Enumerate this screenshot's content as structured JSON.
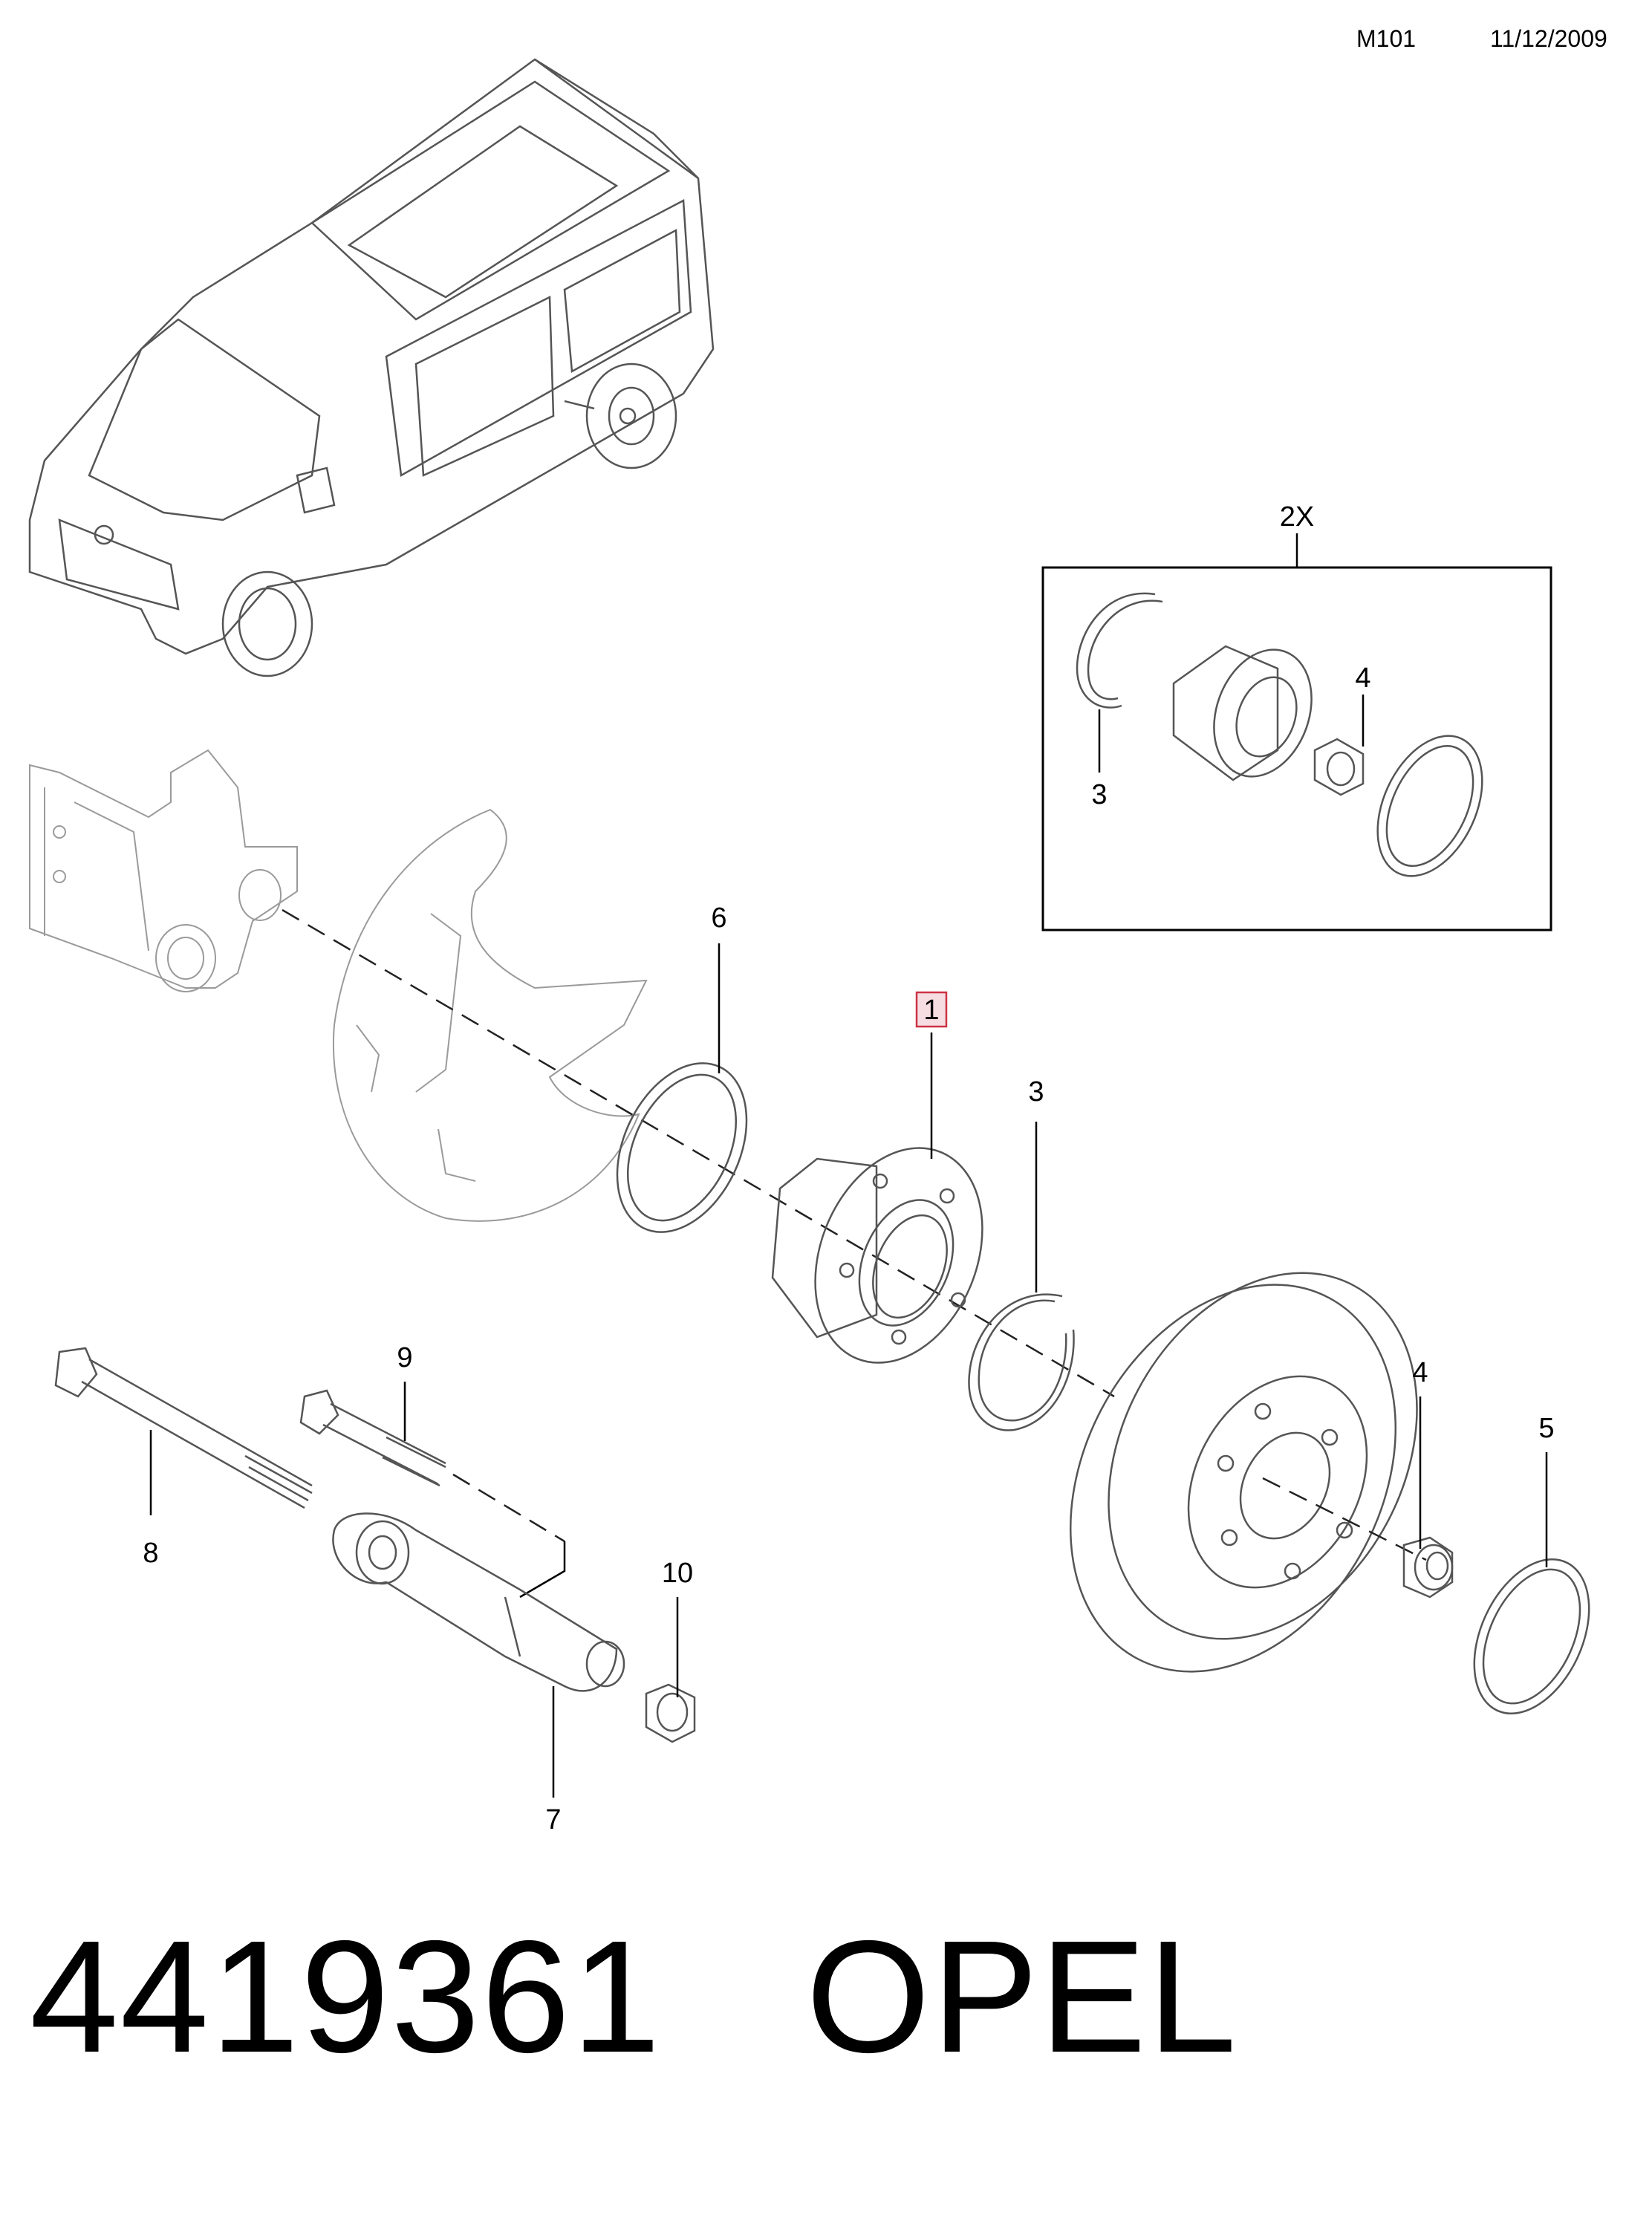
{
  "header": {
    "code": "M101",
    "date": "11/12/2009"
  },
  "callouts": {
    "c1": "1",
    "c2x": "2X",
    "c3_kit": "3",
    "c4_kit": "4",
    "c6": "6",
    "c3": "3",
    "c9": "9",
    "c8": "8",
    "c4": "4",
    "c5": "5",
    "c10": "10",
    "c7": "7"
  },
  "footer": {
    "part_number": "4419361",
    "brand": "OPEL"
  },
  "colors": {
    "highlight_box": "#cc3344",
    "highlight_fill": "#f6dde2"
  }
}
